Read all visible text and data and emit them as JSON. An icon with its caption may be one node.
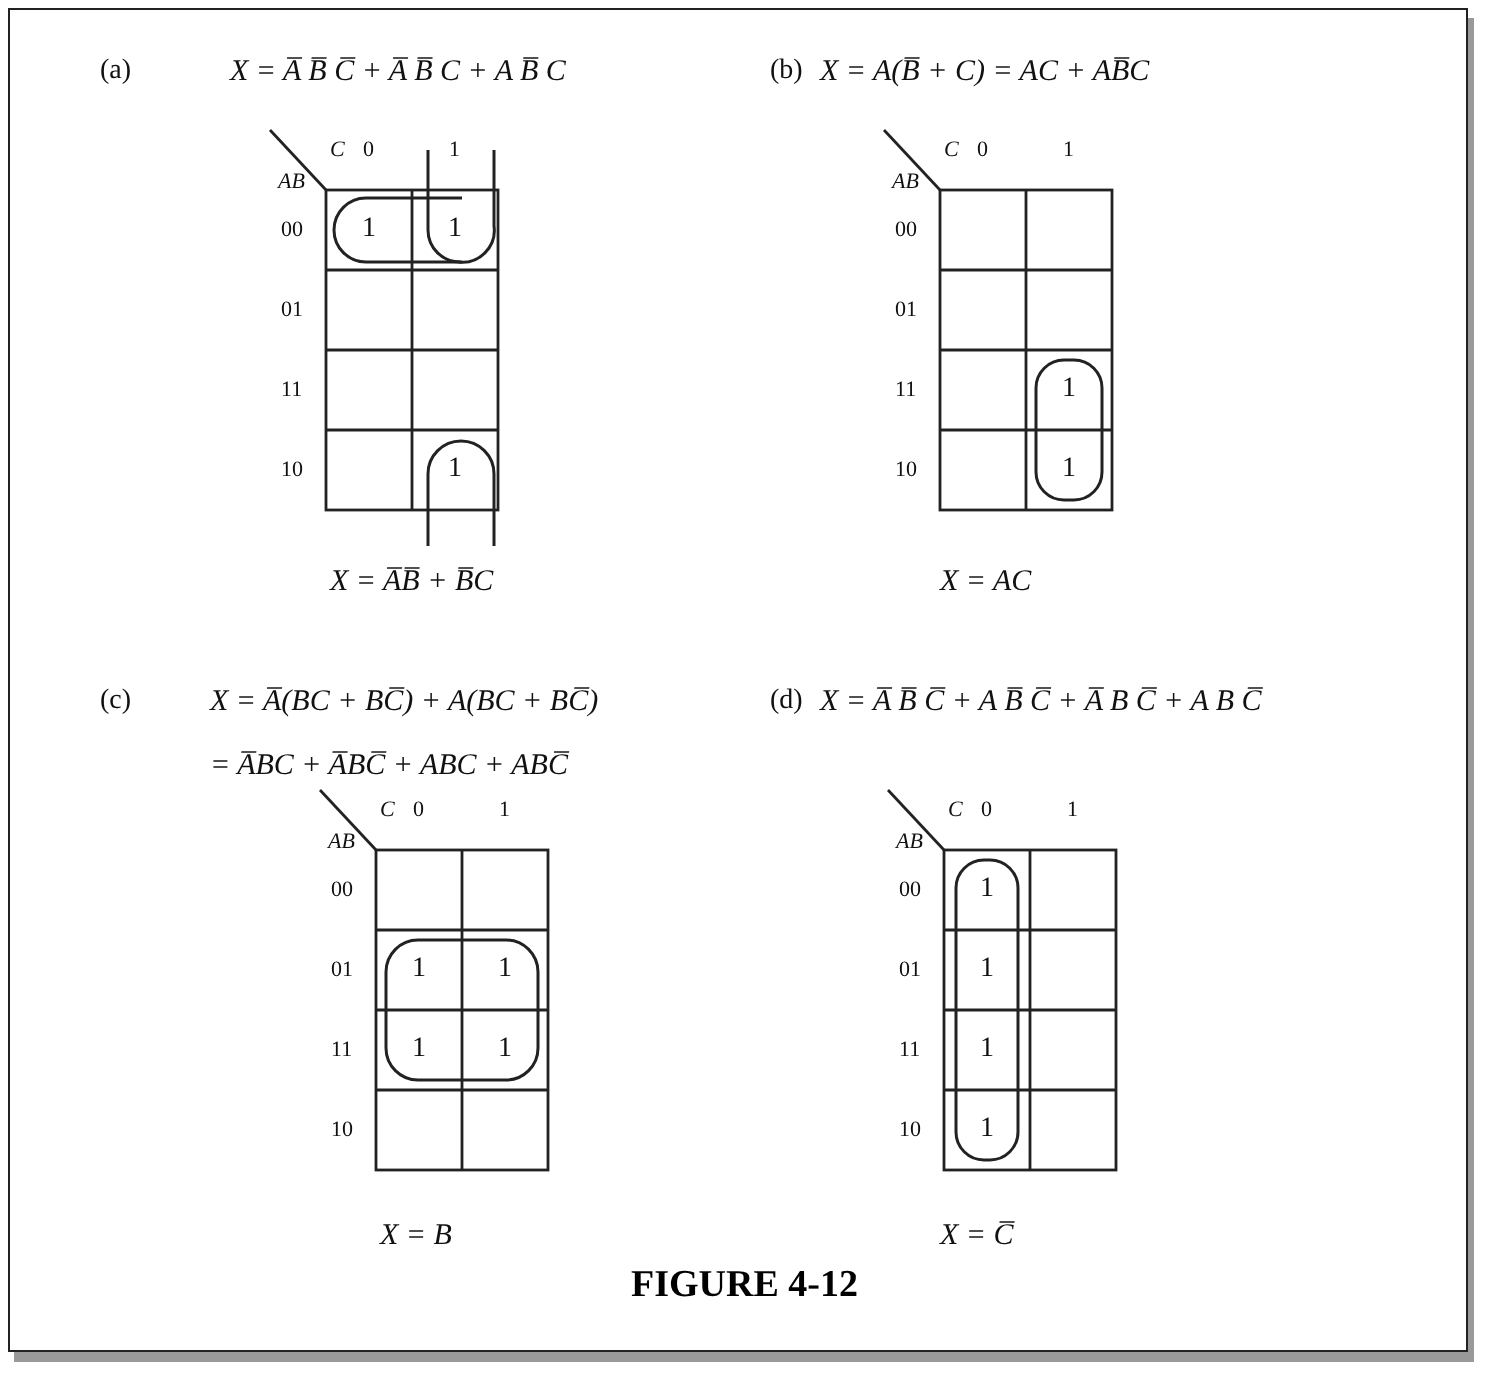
{
  "diagram": {
    "caption": "FIGURE 4-12",
    "labels": [
      "(a)",
      "X = A̅ B̅ C̅ + A̅ B̅ C + A B̅ C",
      "C",
      "0",
      "1",
      "AB",
      "00",
      "01",
      "11",
      "10",
      "1",
      "1",
      "1",
      "X = A̅B̅ + B̅C",
      "(b)",
      "X = A(B̅ + C) = AC + AB̅C",
      "C",
      "0",
      "1",
      "AB",
      "00",
      "01",
      "11",
      "10",
      "1",
      "1",
      "X = AC",
      "(c)",
      "X = A̅(BC + BC̅) + A(BC + BC̅)",
      "= A̅BC + A̅BC̅ + ABC + ABC̅",
      "C",
      "0",
      "1",
      "AB",
      "00",
      "01",
      "11",
      "10",
      "1",
      "1",
      "1",
      "1",
      "X = B",
      "(d)",
      "X = A̅ B̅ C̅ + A B̅ C̅ + A̅ B C̅ + A B C̅",
      "C",
      "0",
      "1",
      "AB",
      "00",
      "01",
      "11",
      "10",
      "1",
      "1",
      "1",
      "1",
      "X = C̅"
    ]
  }
}
